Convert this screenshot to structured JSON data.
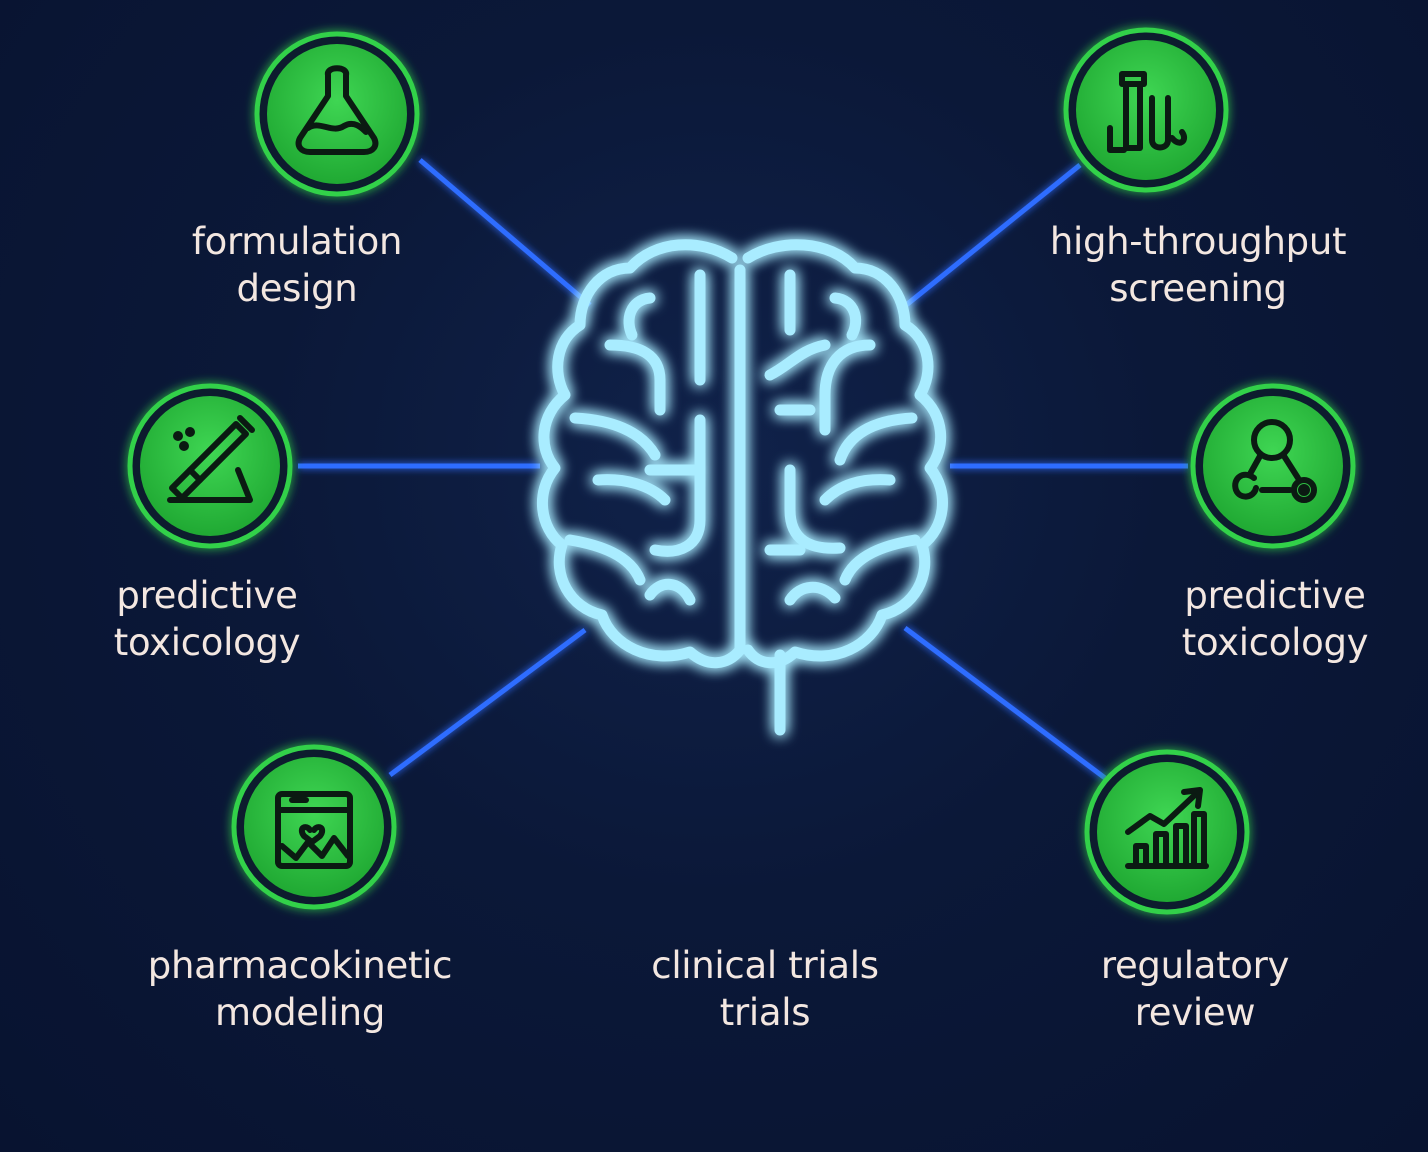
{
  "colors": {
    "background": "#0b1838",
    "connector": "#2f6dff",
    "brain": "#a9ecff",
    "brain_glow": "#2a8cff",
    "node_fill": "#2ec23f",
    "node_ring": "#33d14a",
    "icon_stroke": "#0b1a12",
    "label_text": "#f3e7e1"
  },
  "nodes": [
    {
      "id": "formulation",
      "icon": "flask-icon",
      "label": [
        "formulation",
        "design"
      ]
    },
    {
      "id": "screening",
      "icon": "test-tubes-icon",
      "label": [
        "high-throughput",
        "screening"
      ]
    },
    {
      "id": "toxicology-left",
      "icon": "syringe-icon",
      "label": [
        "predictive",
        "toxicology"
      ]
    },
    {
      "id": "toxicology-right",
      "icon": "molecule-icon",
      "label": [
        "predictive",
        "toxicology"
      ]
    },
    {
      "id": "pharmacokinetic",
      "icon": "calendar-chart-icon",
      "label": [
        "pharmacokinetic",
        "modeling"
      ]
    },
    {
      "id": "regulatory",
      "icon": "bar-chart-arrow-icon",
      "label": [
        "regulatory",
        "review"
      ]
    }
  ],
  "extra_labels": [
    {
      "id": "clinical",
      "label": [
        "clinical trials",
        "trials"
      ]
    }
  ]
}
